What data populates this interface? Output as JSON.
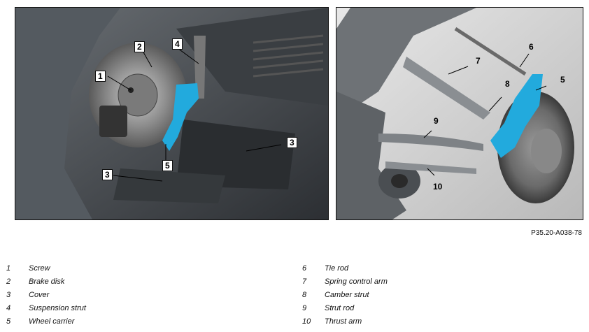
{
  "figure_ref": "P35.20-A038-78",
  "callouts_left": [
    "1",
    "2",
    "3",
    "4",
    "5",
    "3"
  ],
  "callouts_right": [
    "5",
    "6",
    "7",
    "8",
    "9",
    "10"
  ],
  "legend_left": [
    {
      "num": "1",
      "text": "Screw"
    },
    {
      "num": "2",
      "text": "Brake disk"
    },
    {
      "num": "3",
      "text": "Cover"
    },
    {
      "num": "4",
      "text": "Suspension strut"
    },
    {
      "num": "5",
      "text": "Wheel carrier"
    }
  ],
  "legend_right": [
    {
      "num": "6",
      "text": "Tie rod"
    },
    {
      "num": "7",
      "text": "Spring control arm"
    },
    {
      "num": "8",
      "text": "Camber strut"
    },
    {
      "num": "9",
      "text": "Strut rod"
    },
    {
      "num": "10",
      "text": "Thrust arm"
    }
  ],
  "colors": {
    "highlight": "#22aadd",
    "frame": "#111111"
  }
}
